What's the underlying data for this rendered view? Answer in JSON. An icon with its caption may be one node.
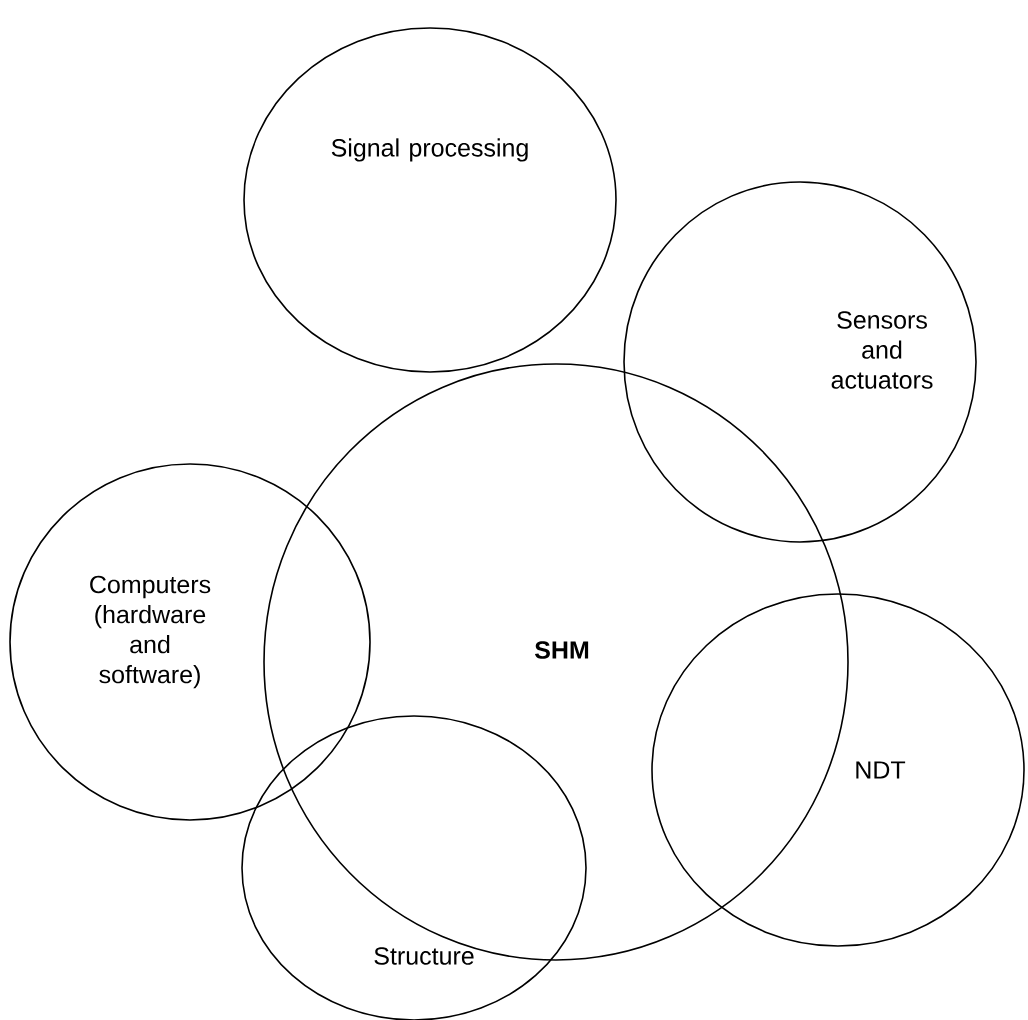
{
  "diagram": {
    "nodes": [
      {
        "text": [
          "Signal processing"
        ]
      },
      {
        "text": [
          "Sensors and actuators"
        ]
      },
      {
        "text": [
          "Computers (hardware and software)"
        ]
      },
      {
        "text": [
          "SHM"
        ]
      },
      {
        "text": [
          "NDT"
        ]
      },
      {
        "text": [
          "Structure"
        ]
      }
    ]
  }
}
